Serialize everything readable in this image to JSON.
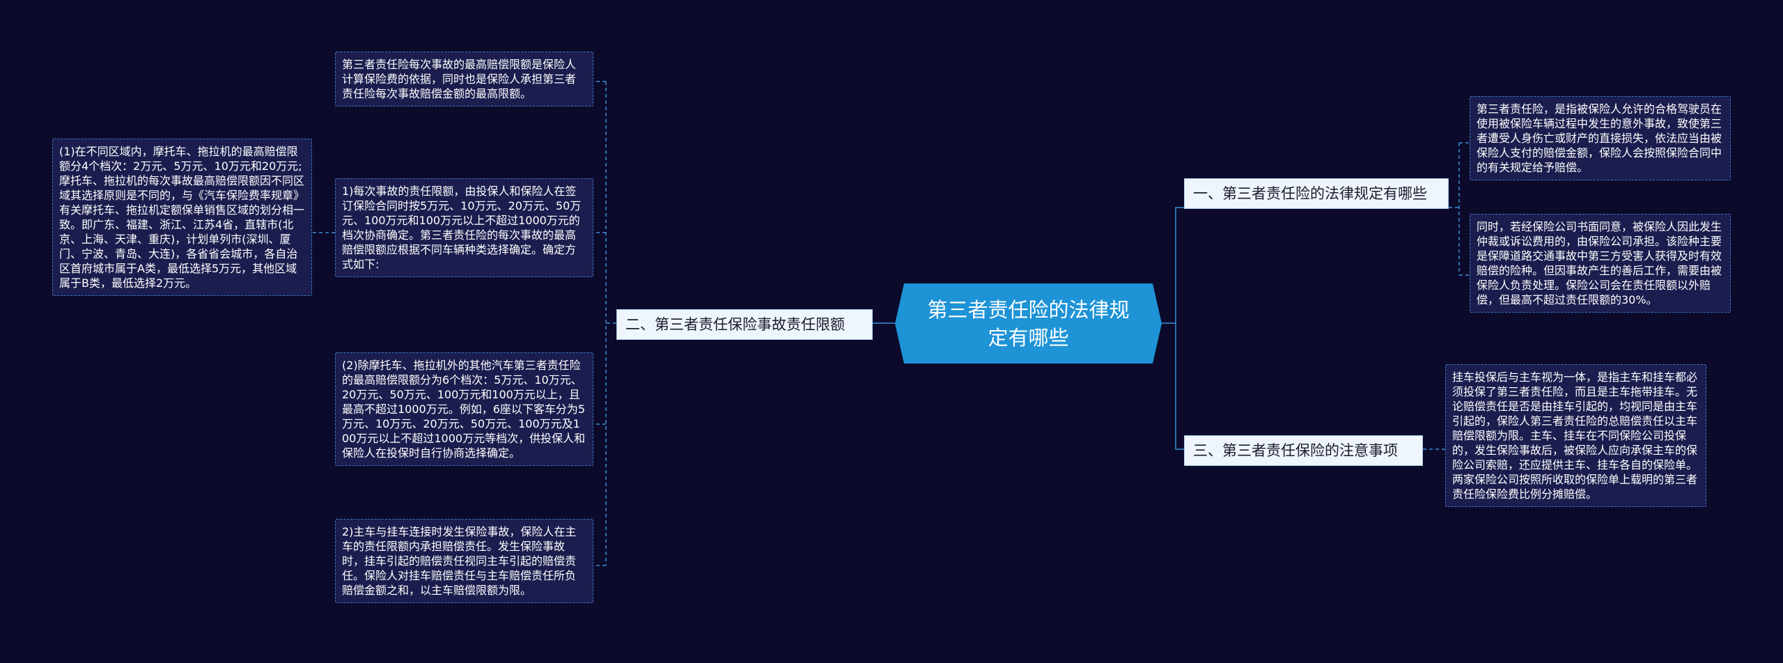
{
  "root": {
    "label": "第三者责任险的法律规定有哪些"
  },
  "branches": [
    {
      "label": "一、第三者责任险的法律规定有哪些"
    },
    {
      "label": "二、第三者责任保险事故责任限额"
    },
    {
      "label": "三、第三者责任保险的注意事项"
    }
  ],
  "leaves": {
    "b1_definition": "第三者责任险，是指被保险人允许的合格驾驶员在使用被保险车辆过程中发生的意外事故，致使第三者遭受人身伤亡或财产的直接损失，依法应当由被保险人支付的赔偿金额，保险人会按照保险合同中的有关规定给予赔偿。",
    "b1_costs": "同时，若经保险公司书面同意，被保险人因此发生仲裁或诉讼费用的，由保险公司承担。该险种主要是保障道路交通事故中第三方受害人获得及时有效赔偿的险种。但因事故产生的善后工作，需要由被保险人负责处理。保险公司会在责任限额以外赔偿，但最高不超过责任限额的30%。",
    "b2_intro": "第三者责任险每次事故的最高赔偿限额是保险人计算保险费的依据，同时也是保险人承担第三者责任险每次事故赔偿金额的最高限额。",
    "b2_item1": "1)每次事故的责任限额，由投保人和保险人在签订保险合同时按5万元、10万元、20万元、50万元、100万元和100万元以上不超过1000万元的档次协商确定。第三者责任险的每次事故的最高赔偿限额应根据不同车辆种类选择确定。确定方式如下:",
    "b2_item1_sub": "(1)在不同区域内，摩托车、拖拉机的最高赔偿限额分4个档次：2万元、5万元、10万元和20万元;摩托车、拖拉机的每次事故最高赔偿限额因不同区域其选择原则是不同的，与《汽车保险费率规章》有关摩托车、拖拉机定额保单销售区域的划分相一致。即广东、福建、浙江、江苏4省，直辖市(北京、上海、天津、重庆)，计划单列市(深圳、厦门、宁波、青岛、大连)，各省省会城市，各自治区首府城市属于A类，最低选择5万元，其他区域属于B类，最低选择2万元。",
    "b2_item2": "(2)除摩托车、拖拉机外的其他汽车第三者责任险的最高赔偿限额分为6个档次：5万元、10万元、20万元、50万元、100万元和100万元以上，且最高不超过1000万元。例如，6座以下客车分为5万元、10万元、20万元、50万元、100万元及100万元以上不超过1000万元等档次，供投保人和保险人在投保时自行协商选择确定。",
    "b2_item3": "2)主车与挂车连接时发生保险事故，保险人在主车的责任限额内承担赔偿责任。发生保险事故时，挂车引起的赔偿责任视同主车引起的赔偿责任。保险人对挂车赔偿责任与主车赔偿责任所负赔偿金额之和，以主车赔偿限额为限。",
    "b3_note": "挂车投保后与主车视为一体，是指主车和挂车都必须投保了第三者责任险，而且是主车拖带挂车。无论赔偿责任是否是由挂车引起的，均视同是由主车引起的，保险人第三者责任险的总赔偿责任以主车赔偿限额为限。主车、挂车在不同保险公司投保的，发生保险事故后，被保险人应向承保主车的保险公司索赔，还应提供主车、挂车各自的保险单。两家保险公司按照所收取的保险单上载明的第三者责任险保险费比例分摊赔偿。"
  },
  "colors": {
    "background": "#0b0a2a",
    "root_fill": "#1e93d6",
    "branch_fill": "#eef5fc",
    "leaf_fill": "#1b1d4e",
    "leaf_border": "#3f73c0",
    "connector": "#3a8fd8"
  }
}
